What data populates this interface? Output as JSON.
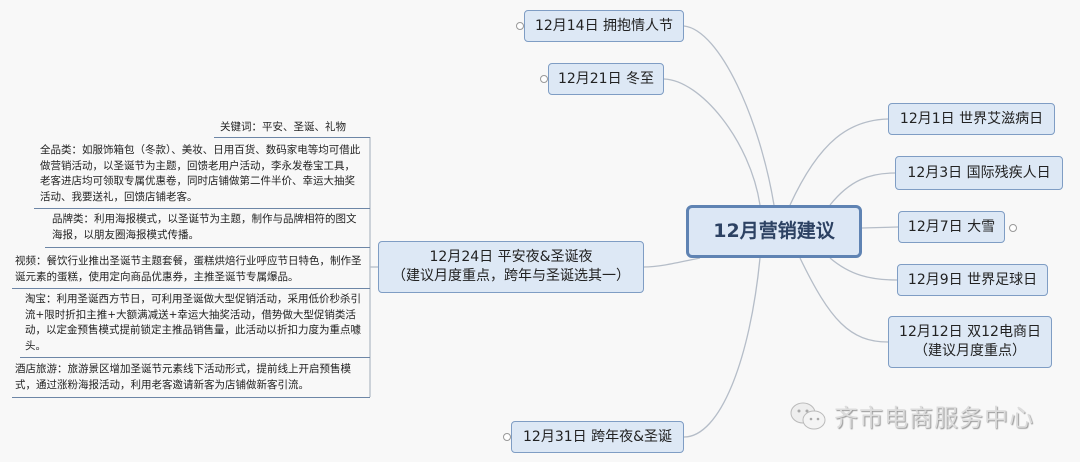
{
  "central": "12月营销建议",
  "right_nodes": [
    {
      "label": "12月1日 世界艾滋病日"
    },
    {
      "label": "12月3日 国际残疾人日"
    },
    {
      "label": "12月7日 大雪"
    },
    {
      "label": "12月9日 世界足球日"
    },
    {
      "label": "12月12日 双12电商日",
      "sub": "（建议月度重点）"
    }
  ],
  "left_nodes": [
    {
      "label": "12月14日 拥抱情人节"
    },
    {
      "label": "12月21日 冬至"
    },
    {
      "label": "12月24日 平安夜&圣诞夜",
      "sub": "（建议月度重点，跨年与圣诞选其一）"
    },
    {
      "label": "12月31日 跨年夜&圣诞"
    }
  ],
  "notes": {
    "keywords": "关键词：平安、圣诞、礼物",
    "all_category": "全品类：如服饰箱包（冬款）、美妆、日用百货、数码家电等均可借此做营销活动，以圣诞节为主题，回馈老用户活动，李永发卷宝工具，老客进店均可领取专属优惠卷，同时店铺做第二件半价、幸运大抽奖活动、我要送礼，回馈店铺老客。",
    "brand": "品牌类：利用海报模式，以圣诞节为主题，制作与品牌相符的图文海报，以朋友圈海报模式传播。",
    "video": "视频：餐饮行业推出圣诞节主题套餐，蛋糕烘焙行业呼应节日特色，制作圣诞元素的蛋糕，使用定向商品优惠券，主推圣诞节专属爆品。",
    "taobao": "淘宝：利用圣诞西方节日，可利用圣诞做大型促销活动，采用低价秒杀引流+限时折扣主推+大额满减送+幸运大抽奖活动，借势做大型促销类活动，以定金预售模式提前锁定主推品销售量，此活动以折扣力度为重点噱头。",
    "hotel": "酒店旅游：旅游景区增加圣诞节元素线下活动形式，提前线上开启预售模式，通过涨粉海报活动，利用老客邀请新客为店铺做新客引流。"
  },
  "watermark": "齐市电商服务中心",
  "colors": {
    "node_fill": "#dde8f5",
    "node_border": "#7f9dc4",
    "central_border": "#5f83b3"
  }
}
